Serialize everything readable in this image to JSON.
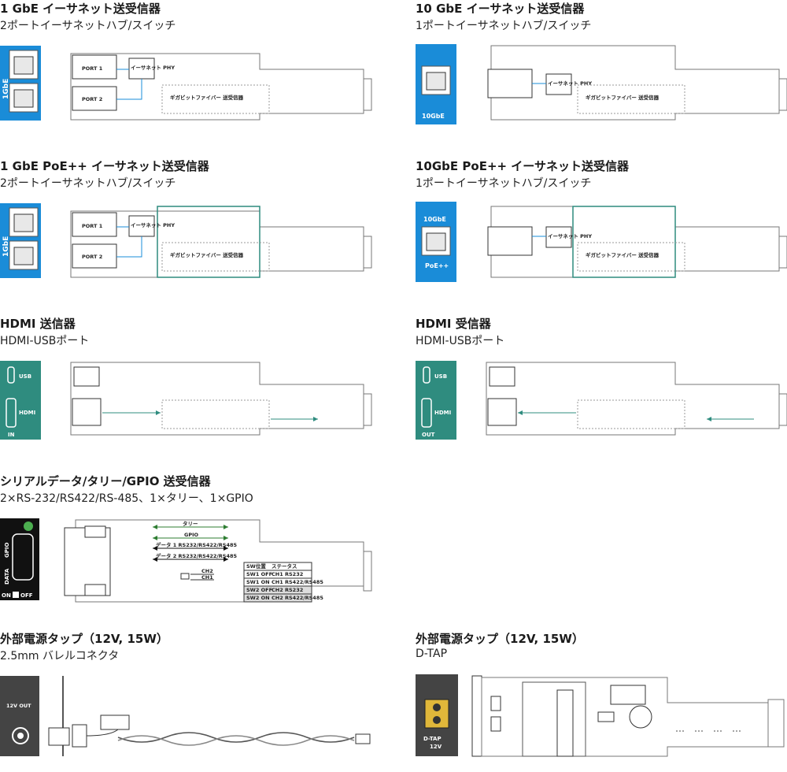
{
  "colors": {
    "blue": "#1a8cd8",
    "teal": "#2f8c7f",
    "green": "#2e7d32",
    "black": "#111111",
    "gray": "#444444"
  },
  "modules": {
    "gbe1": {
      "title": "1 GbE イーサネット送受信器",
      "subtitle": "2ポートイーサネットハブ/スイッチ",
      "panel_text": "1GbE",
      "port1": "PORT 1",
      "port2": "PORT 2",
      "phy": "イーサネット PHY",
      "fiber": "ギガビットファイバー 送受信器"
    },
    "gbe10": {
      "title": "10 GbE イーサネット送受信器",
      "subtitle": "1ポートイーサネットハブ/スイッチ",
      "panel_text": "10GbE",
      "phy": "イーサネット PHY",
      "fiber": "ギガビットファイバー 送受信器"
    },
    "poe1": {
      "title": "1 GbE PoE++ イーサネット送受信器",
      "subtitle": "2ポートイーサネットハブ/スイッチ",
      "panel_text": "1GbE",
      "port1": "PORT 1",
      "port2": "PORT 2",
      "phy": "イーサネット PHY",
      "fiber": "ギガビットファイバー 送受信器"
    },
    "poe10": {
      "title": "10GbE PoE++ イーサネット送受信器",
      "subtitle": "1ポートイーサネットハブ/スイッチ",
      "panel_top": "10GbE",
      "panel_bottom": "PoE++",
      "phy": "イーサネット PHY",
      "fiber": "ギガビットファイバー 送受信器"
    },
    "hdmi_tx": {
      "title": "HDMI 送信器",
      "subtitle": "HDMI-USBポート",
      "usb": "USB",
      "hdmi": "HDMI",
      "dir": "IN"
    },
    "hdmi_rx": {
      "title": "HDMI 受信器",
      "subtitle": "HDMI-USBポート",
      "usb": "USB",
      "hdmi": "HDMI",
      "dir": "OUT"
    },
    "serial": {
      "title": "シリアルデータ/タリー/GPIO 送受信器",
      "subtitle": "2×RS-232/RS422/RS-485、1×タリー、1×GPIO",
      "panel_gpio": "GPIO",
      "panel_data": "DATA",
      "on": "ON",
      "off": "OFF",
      "arrows": [
        "タリー",
        "GPIO",
        "データ 1 RS232/RS422/RS485",
        "データ 2 RS232/RS422/RS485"
      ],
      "ch2": "CH2",
      "ch1": "CH1",
      "table_header": [
        "SW位置",
        "ステータス"
      ],
      "table_rows": [
        [
          "SW1 OFF",
          "CH1 RS232"
        ],
        [
          "SW1 ON",
          "CH1 RS422/RS485"
        ],
        [
          "SW2 OFF",
          "CH2 RS232"
        ],
        [
          "SW2 ON",
          "CH2 RS422/RS485"
        ]
      ]
    },
    "dc_barrel": {
      "title": "外部電源タップ（12V, 15W）",
      "subtitle": "2.5mm バレルコネクタ",
      "panel_label": "12V OUT"
    },
    "dtap": {
      "title": "外部電源タップ（12V, 15W）",
      "subtitle": "D-TAP",
      "panel_label1": "D-TAP",
      "panel_label2": "12V"
    }
  }
}
